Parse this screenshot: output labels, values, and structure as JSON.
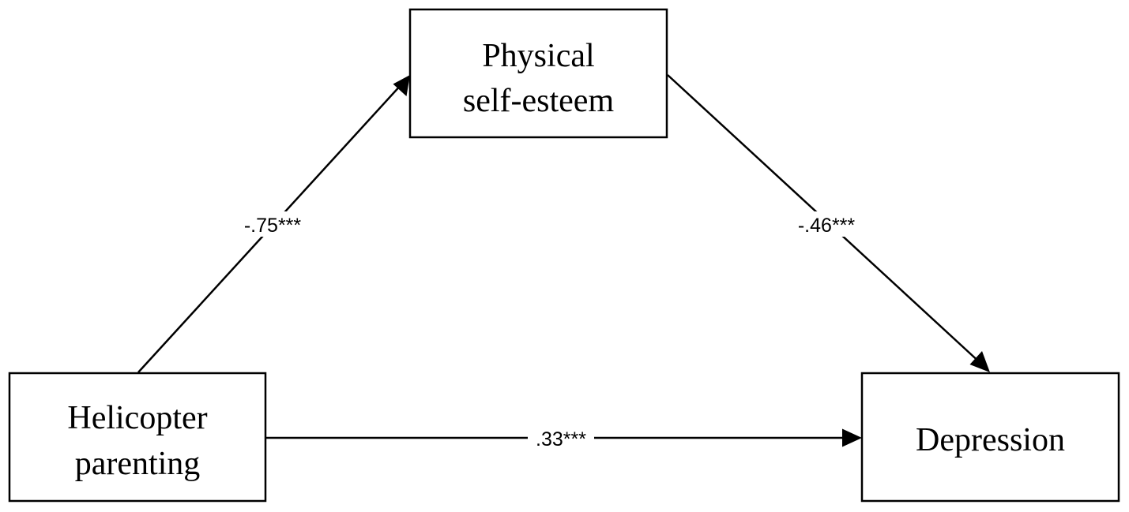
{
  "nodes": {
    "mediator": {
      "line1": "Physical",
      "line2": "self-esteem"
    },
    "predictor": {
      "line1": "Helicopter",
      "line2": "parenting"
    },
    "outcome": {
      "line1": "Depression"
    }
  },
  "edges": {
    "predictor_to_mediator": {
      "label": "-.75***"
    },
    "mediator_to_outcome": {
      "label": "-.46***"
    },
    "predictor_to_outcome": {
      "label": ".33***"
    }
  },
  "colors": {
    "stroke": "#000000",
    "background": "#ffffff"
  }
}
